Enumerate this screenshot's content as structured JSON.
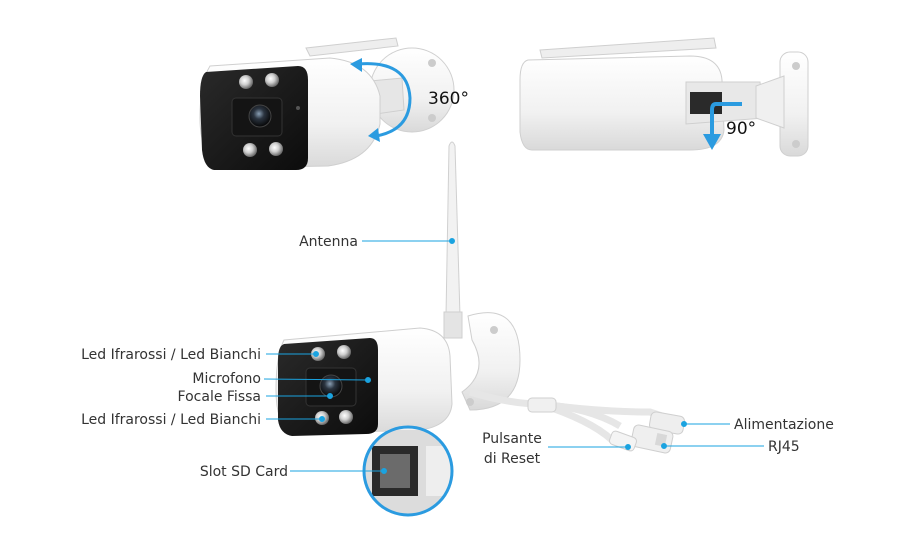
{
  "rotations": {
    "horizontal": "360°",
    "vertical": "90°"
  },
  "labels": {
    "antenna": "Antenna",
    "led_top": "Led Ifrarossi / Led Bianchi",
    "microphone": "Microfono",
    "fixed_focal": "Focale Fissa",
    "led_bottom": "Led Ifrarossi / Led Bianchi",
    "sd_slot": "Slot SD Card",
    "reset_line1": "Pulsante",
    "reset_line2": "di Reset",
    "power": "Alimentazione",
    "rj45": "RJ45"
  },
  "colors": {
    "leader_line": "#1aa3e0",
    "arrow": "#2b9be0",
    "camera_body": "#f4f4f4",
    "camera_face": "#1b1b1b"
  }
}
